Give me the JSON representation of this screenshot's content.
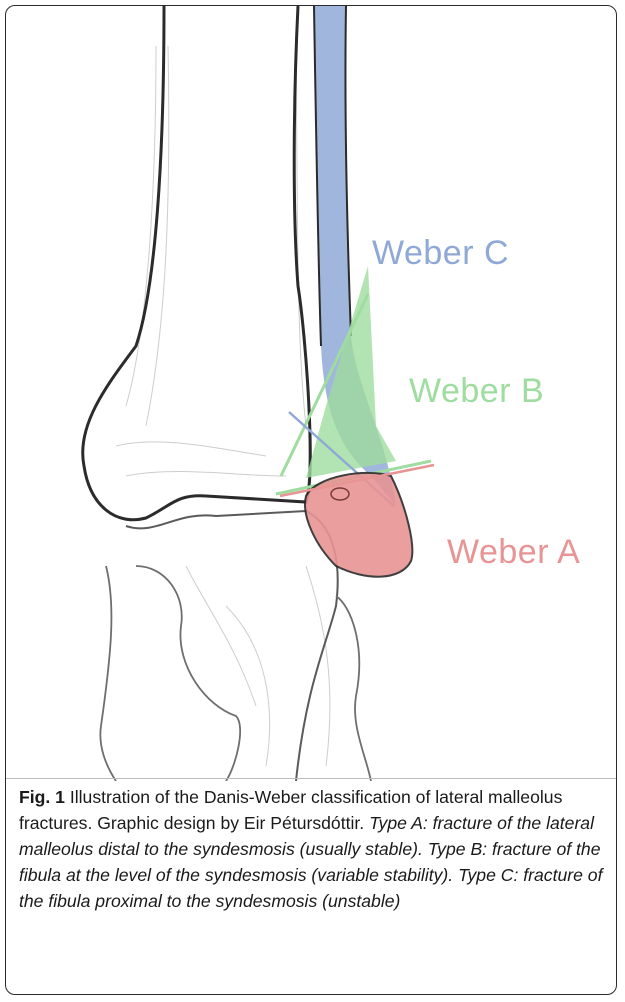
{
  "labels": {
    "weber_c": "Weber C",
    "weber_b": "Weber B",
    "weber_a": "Weber A"
  },
  "caption": {
    "fig_label": "Fig. 1",
    "description": "Illustration of the Danis-Weber classification of lateral malleolus fractures. Graphic design by Eir Pétursdóttir.",
    "type_notes": "Type A: fracture of the lateral malleolus distal to the syndesmosis (usually stable). Type B: fracture of the fibula at the level of the syndesmosis (variable stability). Type C: fracture of the fibula proximal to the syndesmosis (unstable)"
  },
  "colors": {
    "weber_c": "#8fa9d6",
    "weber_b": "#9fdc9f",
    "weber_a": "#e89494",
    "outline": "#2b2b2b",
    "sketch": "#9a9a9a"
  }
}
